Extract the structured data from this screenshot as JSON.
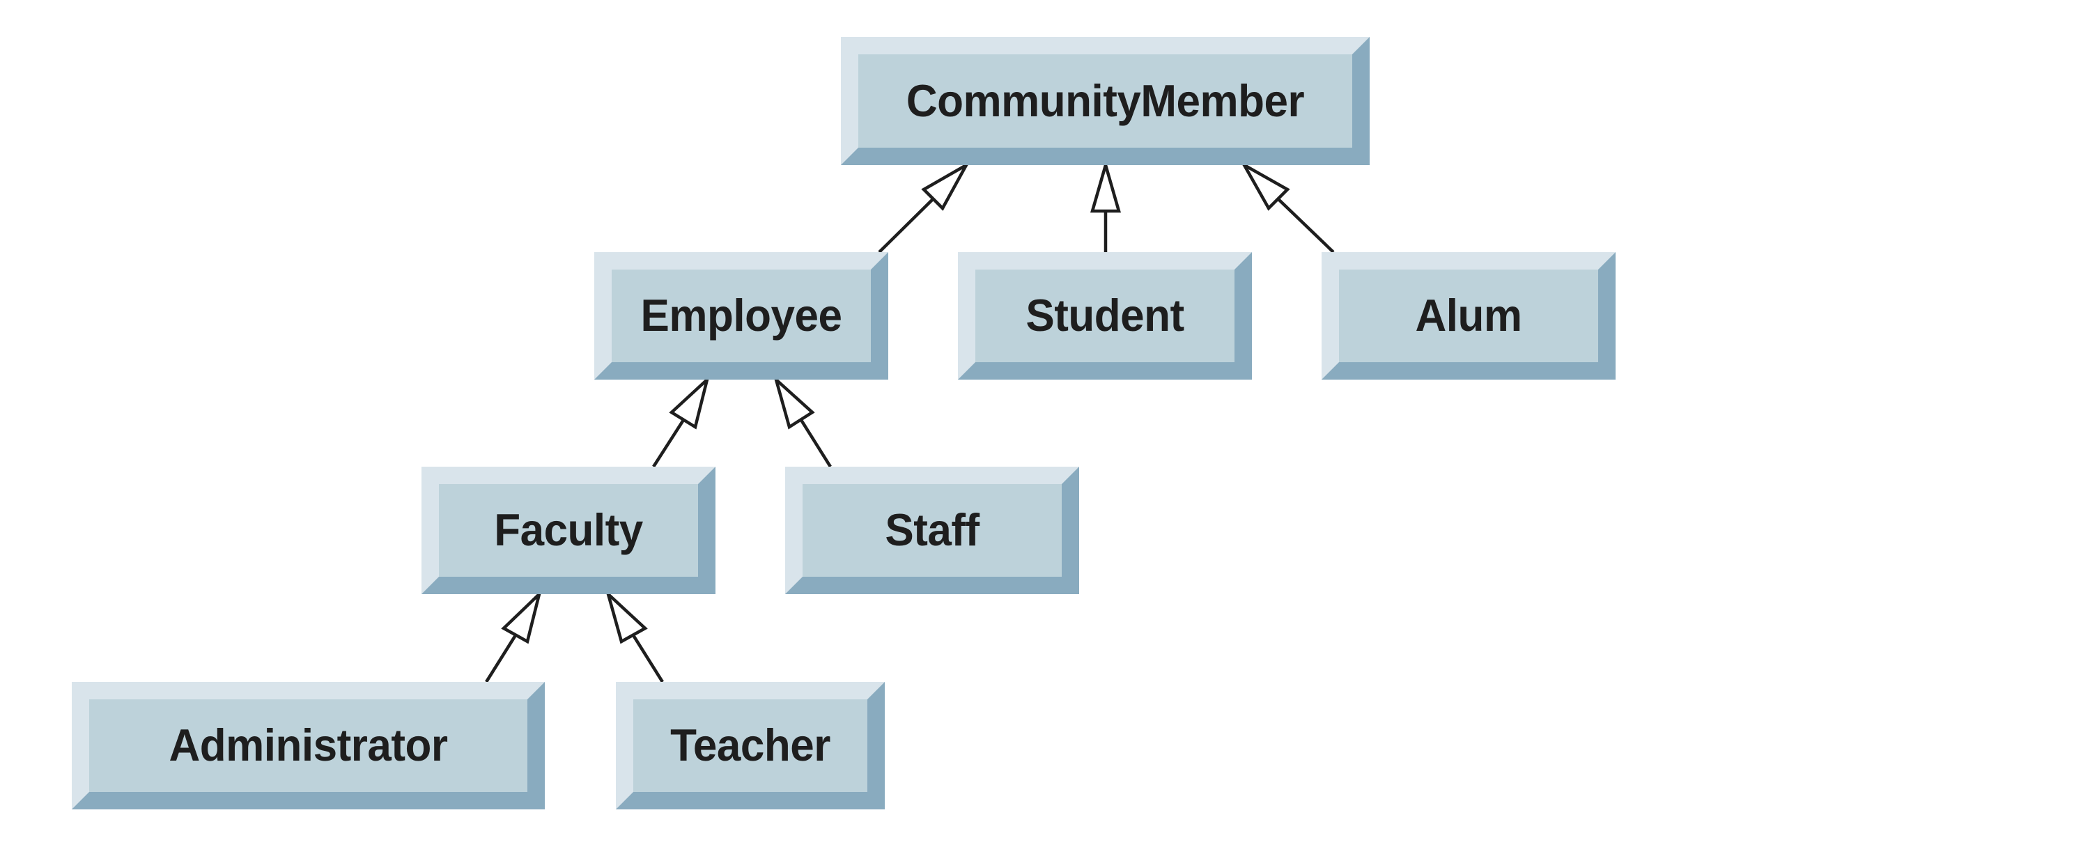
{
  "diagram": {
    "type": "uml-class-inheritance-hierarchy",
    "colors": {
      "face": "#bdd2da",
      "bevel_light": "#d9e4eb",
      "bevel_dark": "#89abbf",
      "text": "#1e1e1e",
      "edge": "#1e1e1e",
      "background": "#ffffff"
    },
    "nodes": {
      "community_member": {
        "label": "CommunityMember"
      },
      "employee": {
        "label": "Employee"
      },
      "student": {
        "label": "Student"
      },
      "alum": {
        "label": "Alum"
      },
      "faculty": {
        "label": "Faculty"
      },
      "staff": {
        "label": "Staff"
      },
      "administrator": {
        "label": "Administrator"
      },
      "teacher": {
        "label": "Teacher"
      }
    },
    "edges": [
      {
        "from": "Employee",
        "to": "CommunityMember",
        "kind": "generalization"
      },
      {
        "from": "Student",
        "to": "CommunityMember",
        "kind": "generalization"
      },
      {
        "from": "Alum",
        "to": "CommunityMember",
        "kind": "generalization"
      },
      {
        "from": "Faculty",
        "to": "Employee",
        "kind": "generalization"
      },
      {
        "from": "Staff",
        "to": "Employee",
        "kind": "generalization"
      },
      {
        "from": "Administrator",
        "to": "Faculty",
        "kind": "generalization"
      },
      {
        "from": "Teacher",
        "to": "Faculty",
        "kind": "generalization"
      }
    ]
  }
}
